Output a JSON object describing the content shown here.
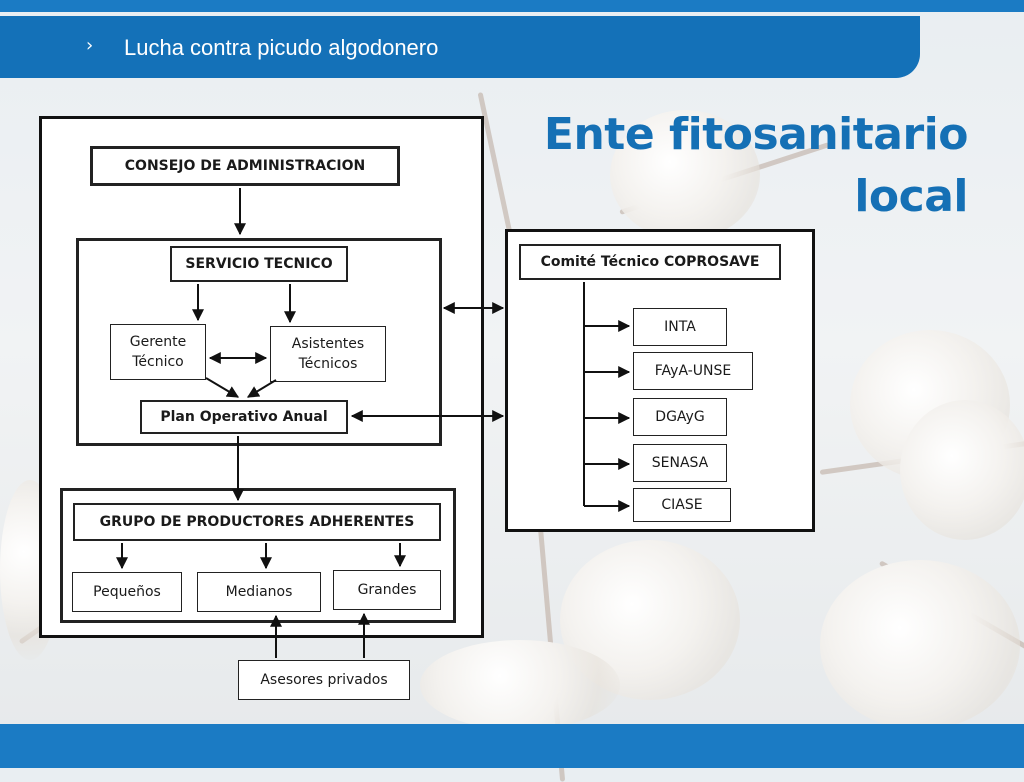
{
  "header": {
    "chevron": "›",
    "subtitle": "Lucha contra picudo algodonero"
  },
  "title": {
    "line1": "Ente fitosanitario",
    "line2": "local"
  },
  "colors": {
    "brand_blue": "#1471b8",
    "title_blue": "#1570b5"
  },
  "diagram": {
    "consejo": "CONSEJO DE ADMINISTRACION",
    "servicio": "SERVICIO TECNICO",
    "gerente": {
      "line1": "Gerente",
      "line2": "Técnico"
    },
    "asistentes": {
      "line1": "Asistentes",
      "line2": "Técnicos"
    },
    "plan": "Plan Operativo Anual",
    "grupo": "GRUPO DE PRODUCTORES ADHERENTES",
    "pequenos": "Pequeños",
    "medianos": "Medianos",
    "grandes": "Grandes",
    "asesores": "Asesores privados",
    "comite": "Comité Técnico COPROSAVE",
    "inta": "INTA",
    "faya": "FAyA-UNSE",
    "dgayg": "DGAyG",
    "senasa": "SENASA",
    "ciase": "CIASE"
  }
}
